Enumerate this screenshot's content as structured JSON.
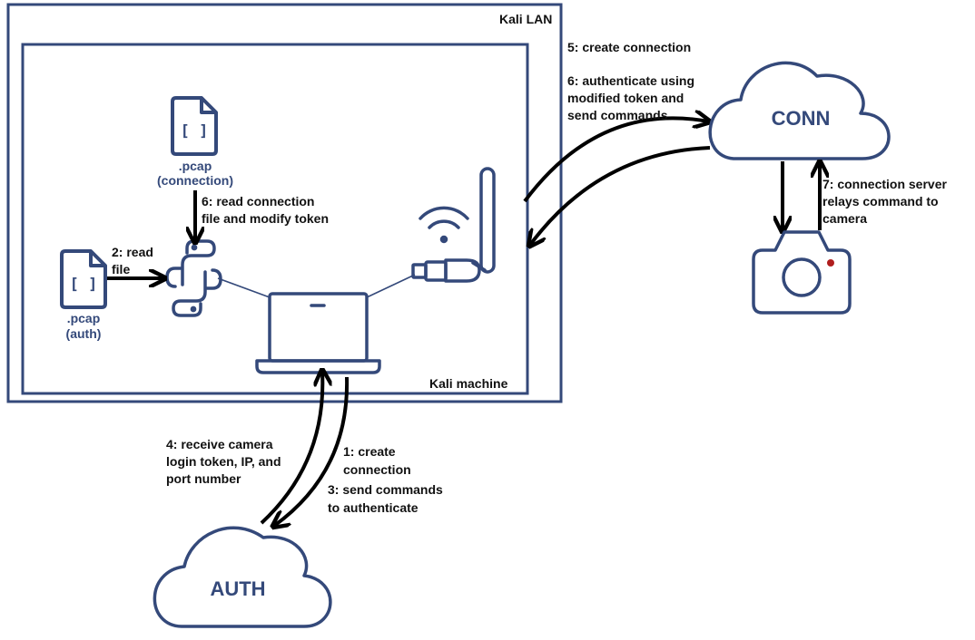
{
  "diagram": {
    "colors": {
      "stroke_blue": "#34497a",
      "arrow": "#000000",
      "camera_dot": "#b01e1e",
      "background": "#ffffff"
    },
    "containers": {
      "lan_label": "Kali LAN",
      "machine_label": "Kali machine"
    },
    "nodes": {
      "conn_cloud": "CONN",
      "auth_cloud": "AUTH",
      "pcap_connection": {
        "glyph": "[ ]",
        "name": ".pcap",
        "kind": "(connection)"
      },
      "pcap_auth": {
        "glyph": "[ ]",
        "name": ".pcap",
        "kind": "(auth)"
      },
      "icons": [
        "python-icon",
        "laptop-icon",
        "wifi-icon",
        "usb-antenna-icon",
        "camera-icon"
      ]
    },
    "steps": {
      "read_file": [
        "2: read",
        "file"
      ],
      "read_connection": [
        "6: read connection",
        "file and modify token"
      ],
      "create_connection_conn": "5: create connection",
      "authenticate": [
        "6: authenticate using",
        "modified token and",
        "send commands"
      ],
      "relay": [
        "7: connection server",
        "relays command to",
        "camera"
      ],
      "receive_token": [
        "4: receive camera",
        "login token, IP, and",
        "port number"
      ],
      "create_connection_auth": [
        "1: create",
        "connection"
      ],
      "send_auth": [
        "3: send commands",
        "to authenticate"
      ]
    }
  }
}
